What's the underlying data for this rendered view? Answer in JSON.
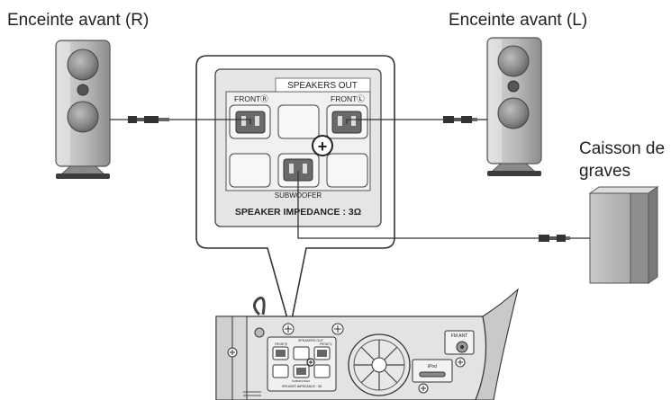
{
  "labels": {
    "front_right": "Enceinte avant (R)",
    "front_left": "Enceinte avant (L)",
    "subwoofer_line1": "Caisson de",
    "subwoofer_line2": "graves"
  },
  "panel": {
    "title": "SPEAKERS OUT",
    "front_r": "FRONTⓇ",
    "front_l": "FRONTⓁ",
    "subwoofer": "SUBWOOFER",
    "impedance": "SPEAKER IMPEDANCE : 3Ω",
    "plus": "+"
  },
  "unit": {
    "ant": "FM ANT",
    "ipod": "iPod",
    "mini_title": "SPEAKERS OUT",
    "mini_front_r": "FRONTⓇ",
    "mini_front_l": "FRONTⓁ",
    "mini_sub": "SUBWOOFER",
    "mini_impedance": "SPEAKER IMPEDANCE : 3Ω"
  },
  "icons": {
    "speaker": "tower-speaker-icon",
    "subwoofer": "subwoofer-box-icon",
    "plug": "cable-plug-icon",
    "fan": "cooling-fan-icon",
    "screw": "screw-icon"
  },
  "colors": {
    "line": "#333333",
    "panel_fill": "#e9e9e9",
    "speaker_body": "#bdbdbd",
    "cone": "#8a8a8a",
    "terminal": "#666666"
  }
}
